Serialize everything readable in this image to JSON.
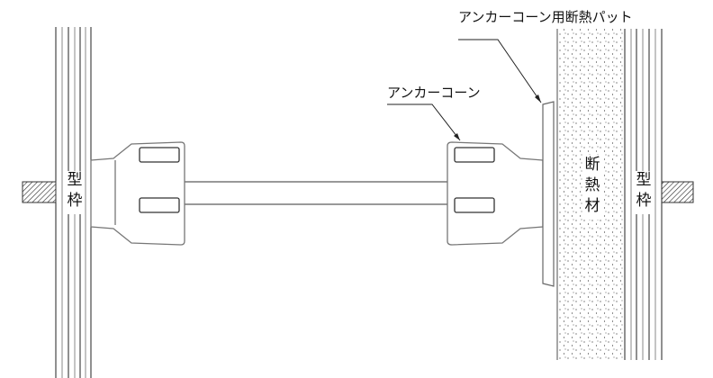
{
  "labels": {
    "pad": "アンカーコーン用断熱パット",
    "cone": "アンカーコーン",
    "formwork_left_1": "型",
    "formwork_left_2": "枠",
    "insulation_1": "断",
    "insulation_2": "熱",
    "insulation_3": "材",
    "formwork_right_1": "型",
    "formwork_right_2": "枠"
  }
}
